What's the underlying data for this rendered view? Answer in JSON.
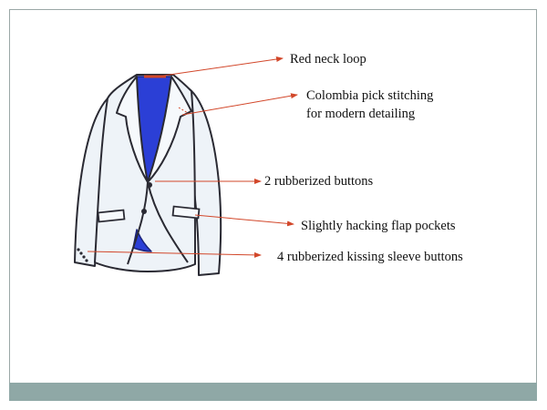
{
  "annotations": {
    "neck_loop": "Red neck loop",
    "stitching_line1": "Colombia pick stitching",
    "stitching_line2": "for modern detailing",
    "buttons": "2 rubberized buttons",
    "pockets": "Slightly hacking flap pockets",
    "sleeve_buttons": "4 rubberized kissing sleeve buttons"
  },
  "colors": {
    "accent_red": "#d2472a",
    "lining_blue": "#2b3fd6",
    "footer": "#8fa8a6",
    "jacket_body": "#eef3f8"
  },
  "icons": [
    "jacket-illustration"
  ]
}
